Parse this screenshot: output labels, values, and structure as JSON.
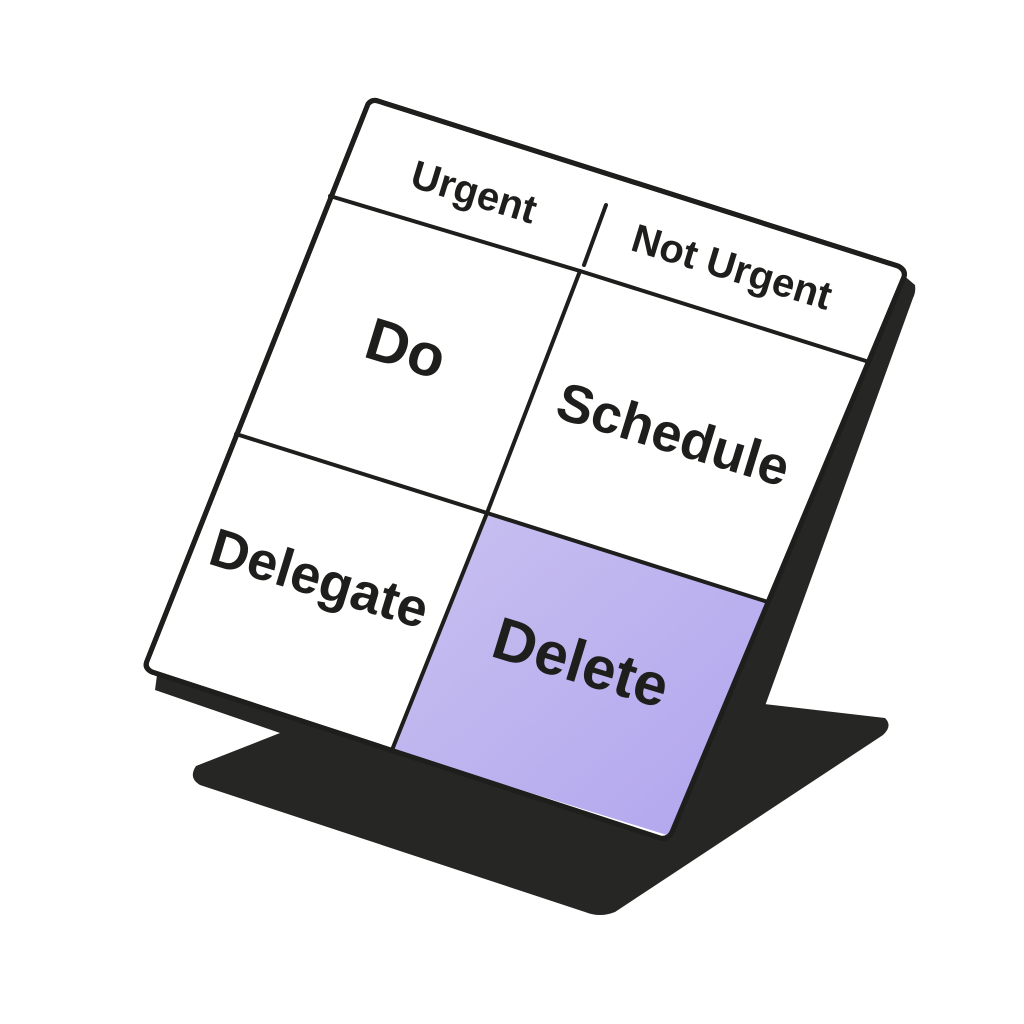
{
  "matrix": {
    "headers": {
      "urgent": "Urgent",
      "not_urgent": "Not Urgent"
    },
    "quadrants": {
      "top_left": "Do",
      "top_right": "Schedule",
      "bottom_left": "Delegate",
      "bottom_right": "Delete"
    }
  },
  "colors": {
    "highlight": "#c1b8ee",
    "highlight_dark": "#b3a6ee",
    "ink": "#1e1e1c",
    "shadow": "#262624",
    "card": "#ffffff"
  }
}
